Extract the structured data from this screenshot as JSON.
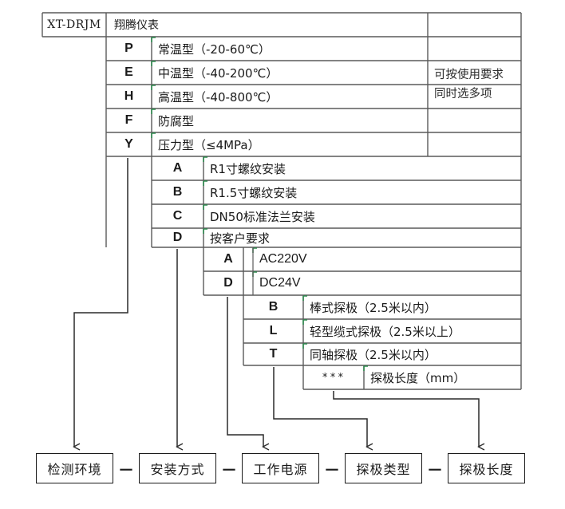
{
  "title_block": {
    "model_code": "XT-DRJM",
    "brand": "翔腾仪表"
  },
  "note": {
    "line1": "可按使用要求",
    "line2": "同时选多项"
  },
  "sections": {
    "environment": {
      "name": "检测环境",
      "rows": [
        {
          "code": "P",
          "desc": "常温型（-20-60℃）"
        },
        {
          "code": "E",
          "desc": "中温型（-40-200℃）"
        },
        {
          "code": "H",
          "desc": "高温型（-40-800℃）"
        },
        {
          "code": "F",
          "desc": "防腐型"
        },
        {
          "code": "Y",
          "desc": "压力型（≤4MPa）"
        }
      ]
    },
    "installation": {
      "name": "安装方式",
      "rows": [
        {
          "code": "A",
          "desc": "R1寸螺纹安装"
        },
        {
          "code": "B",
          "desc": "R1.5寸螺纹安装"
        },
        {
          "code": "C",
          "desc": "DN50标准法兰安装"
        },
        {
          "code": "D",
          "desc": "按客户要求"
        }
      ]
    },
    "power": {
      "name": "工作电源",
      "rows": [
        {
          "code": "A",
          "desc": "AC220V"
        },
        {
          "code": "D",
          "desc": "DC24V"
        }
      ]
    },
    "probe_type": {
      "name": "探极类型",
      "rows": [
        {
          "code": "B",
          "desc": "棒式探极（2.5米以内）"
        },
        {
          "code": "L",
          "desc": "轻型缆式探极（2.5米以上）"
        },
        {
          "code": "T",
          "desc": "同轴探极（2.5米以内）"
        }
      ]
    },
    "probe_length": {
      "name": "探极长度",
      "rows": [
        {
          "code": "***",
          "desc": "探极长度（mm）"
        }
      ]
    }
  },
  "legend_boxes": [
    {
      "label": "检测环境"
    },
    {
      "label": "安装方式"
    },
    {
      "label": "工作电源"
    },
    {
      "label": "探极类型"
    },
    {
      "label": "探极长度"
    }
  ],
  "separators": [
    "－",
    "－",
    "－",
    "－"
  ],
  "colors": {
    "grid_dark": "#4a4a4a",
    "grid_light": "#9a9a9a",
    "accent_green": "#2e8b4f",
    "line": "#3a3a3a",
    "text": "#1a1a1a"
  }
}
